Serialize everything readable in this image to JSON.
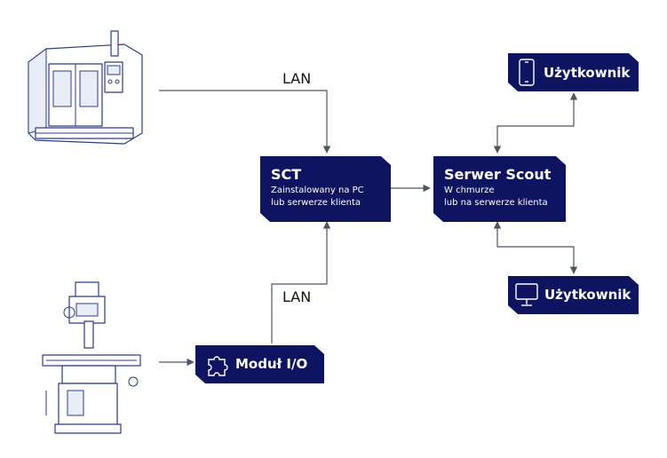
{
  "colors": {
    "node_fill": "#0f1460",
    "connector": "#4b5663",
    "machine_stroke": "#2b3d86"
  },
  "edges": {
    "lan_top": "LAN",
    "lan_bottom": "LAN"
  },
  "nodes": {
    "sct": {
      "title": "SCT",
      "line1": "Zainstalowany na PC",
      "line2": "lub serwerze klienta"
    },
    "server": {
      "title": "Serwer Scout",
      "line1": "W chmurze",
      "line2": "lub na serwerze klienta"
    },
    "module": {
      "title": "Moduł I/O",
      "icon": "puzzle-icon"
    },
    "user_mobile": {
      "title": "Użytkownik",
      "icon": "smartphone-icon"
    },
    "user_desktop": {
      "title": "Użytkownik",
      "icon": "monitor-icon"
    }
  },
  "machines": {
    "top": "cnc-machining-center",
    "bottom": "milling-machine"
  }
}
